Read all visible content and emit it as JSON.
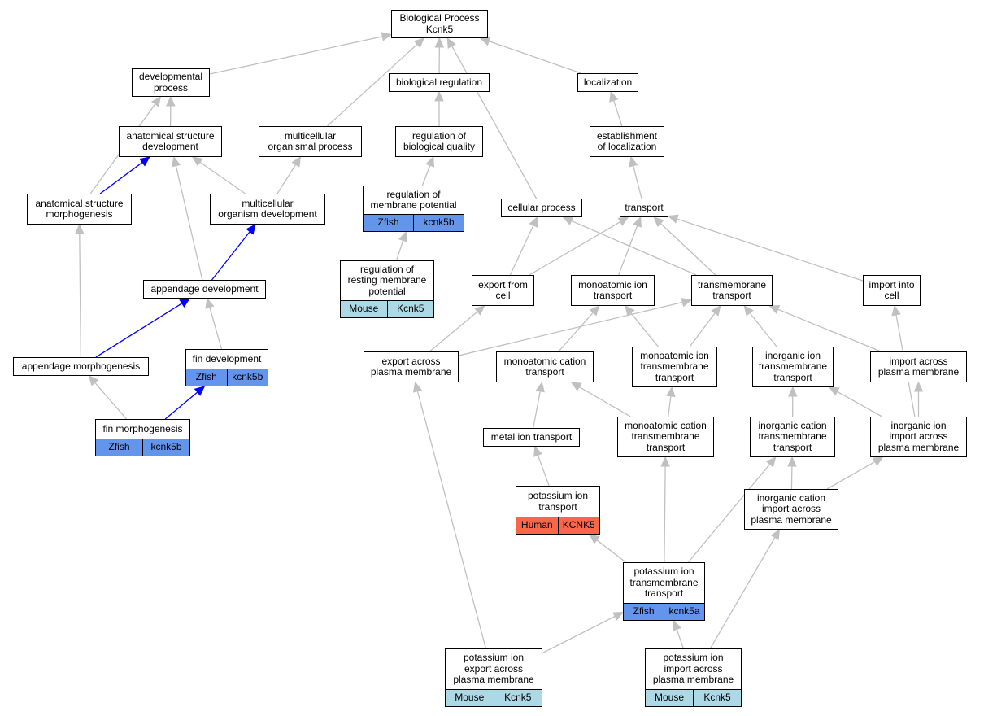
{
  "colors": {
    "edge_gray": "#c0c0c0",
    "edge_blue": "#0000ff",
    "zfish": "#6495ed",
    "mouse": "#add8e6",
    "human": "#fa6649"
  },
  "nodes": {
    "root": {
      "label": "Biological Process\nKcnk5"
    },
    "devproc": {
      "label": "developmental\nprocess"
    },
    "bioreg": {
      "label": "biological regulation"
    },
    "local": {
      "label": "localization"
    },
    "anatdev": {
      "label": "anatomical structure\ndevelopment"
    },
    "multiproc": {
      "label": "multicellular\norganismal process"
    },
    "regbio": {
      "label": "regulation of\nbiological quality"
    },
    "estab": {
      "label": "establishment\nof localization"
    },
    "anatmorph": {
      "label": "anatomical structure\nmorphogenesis"
    },
    "multidev": {
      "label": "multicellular\norganism development"
    },
    "regmem": {
      "label": "regulation of\nmembrane potential",
      "tags": [
        {
          "text": "Zfish",
          "species": "zfish"
        },
        {
          "text": "kcnk5b",
          "species": "zfish"
        }
      ]
    },
    "cellproc": {
      "label": "cellular process"
    },
    "transport": {
      "label": "transport"
    },
    "appdev": {
      "label": "appendage development"
    },
    "regrest": {
      "label": "regulation of\nresting membrane\npotential",
      "tags": [
        {
          "text": "Mouse",
          "species": "mouse"
        },
        {
          "text": "Kcnk5",
          "species": "mouse"
        }
      ]
    },
    "exportcell": {
      "label": "export from\ncell"
    },
    "monoion": {
      "label": "monoatomic ion\ntransport"
    },
    "tmtrans": {
      "label": "transmembrane\ntransport"
    },
    "importcell": {
      "label": "import into\ncell"
    },
    "finDev": {
      "label": "fin development",
      "tags": [
        {
          "text": "Zfish",
          "species": "zfish"
        },
        {
          "text": "kcnk5b",
          "species": "zfish"
        }
      ]
    },
    "appmorph": {
      "label": "appendage morphogenesis"
    },
    "exportpm": {
      "label": "export across\nplasma membrane"
    },
    "monocat": {
      "label": "monoatomic cation\ntransport"
    },
    "monoiontm": {
      "label": "monoatomic ion\ntransmembrane\ntransport"
    },
    "inorgion": {
      "label": "inorganic ion\ntransmembrane\ntransport"
    },
    "importpm": {
      "label": "import across\nplasma membrane"
    },
    "finmorph": {
      "label": "fin morphogenesis",
      "tags": [
        {
          "text": "Zfish",
          "species": "zfish"
        },
        {
          "text": "kcnk5b",
          "species": "zfish"
        }
      ]
    },
    "metalion": {
      "label": "metal ion transport"
    },
    "monocattm": {
      "label": "monoatomic cation\ntransmembrane\ntransport"
    },
    "inorgcat": {
      "label": "inorganic cation\ntransmembrane\ntransport"
    },
    "inorgimp": {
      "label": "inorganic ion\nimport across\nplasma membrane"
    },
    "potion": {
      "label": "potassium ion\ntransport",
      "tags": [
        {
          "text": "Human",
          "species": "human"
        },
        {
          "text": "KCNK5",
          "species": "human"
        }
      ]
    },
    "inorgcatimp": {
      "label": "inorganic cation\nimport across\nplasma membrane"
    },
    "pottm": {
      "label": "potassium ion\ntransmembrane\ntransport",
      "tags": [
        {
          "text": "Zfish",
          "species": "zfish"
        },
        {
          "text": "kcnk5a",
          "species": "zfish"
        }
      ]
    },
    "potexp": {
      "label": "potassium ion\nexport across\nplasma membrane",
      "tags": [
        {
          "text": "Mouse",
          "species": "mouse"
        },
        {
          "text": "Kcnk5",
          "species": "mouse"
        }
      ]
    },
    "potimp": {
      "label": "potassium ion\nimport across\nplasma membrane",
      "tags": [
        {
          "text": "Mouse",
          "species": "mouse"
        },
        {
          "text": "Kcnk5",
          "species": "mouse"
        }
      ]
    }
  },
  "edges": [
    {
      "from": "devproc",
      "to": "root"
    },
    {
      "from": "bioreg",
      "to": "root"
    },
    {
      "from": "local",
      "to": "root"
    },
    {
      "from": "multiproc",
      "to": "root"
    },
    {
      "from": "cellproc",
      "to": "root"
    },
    {
      "from": "anatdev",
      "to": "devproc"
    },
    {
      "from": "anatmorph",
      "to": "devproc"
    },
    {
      "from": "regbio",
      "to": "bioreg"
    },
    {
      "from": "estab",
      "to": "local"
    },
    {
      "from": "anatmorph",
      "to": "anatdev",
      "color": "blue"
    },
    {
      "from": "multidev",
      "to": "anatdev"
    },
    {
      "from": "appdev",
      "to": "anatdev"
    },
    {
      "from": "multidev",
      "to": "multiproc"
    },
    {
      "from": "regmem",
      "to": "regbio"
    },
    {
      "from": "transport",
      "to": "estab"
    },
    {
      "from": "appdev",
      "to": "multidev",
      "color": "blue"
    },
    {
      "from": "regrest",
      "to": "regmem"
    },
    {
      "from": "appmorph",
      "to": "anatmorph"
    },
    {
      "from": "appmorph",
      "to": "appdev",
      "color": "blue"
    },
    {
      "from": "finDev",
      "to": "appdev"
    },
    {
      "from": "finmorph",
      "to": "finDev",
      "color": "blue"
    },
    {
      "from": "finmorph",
      "to": "appmorph"
    },
    {
      "from": "exportcell",
      "to": "cellproc"
    },
    {
      "from": "exportcell",
      "to": "transport"
    },
    {
      "from": "monoion",
      "to": "transport"
    },
    {
      "from": "tmtrans",
      "to": "transport"
    },
    {
      "from": "tmtrans",
      "to": "cellproc"
    },
    {
      "from": "importcell",
      "to": "transport"
    },
    {
      "from": "exportpm",
      "to": "exportcell"
    },
    {
      "from": "exportpm",
      "to": "tmtrans"
    },
    {
      "from": "monocat",
      "to": "monoion"
    },
    {
      "from": "monoiontm",
      "to": "monoion"
    },
    {
      "from": "monoiontm",
      "to": "tmtrans"
    },
    {
      "from": "inorgion",
      "to": "tmtrans"
    },
    {
      "from": "importpm",
      "to": "tmtrans"
    },
    {
      "from": "metalion",
      "to": "monocat"
    },
    {
      "from": "monocattm",
      "to": "monocat"
    },
    {
      "from": "monocattm",
      "to": "monoiontm"
    },
    {
      "from": "inorgcat",
      "to": "inorgion"
    },
    {
      "from": "inorgimp",
      "to": "inorgion"
    },
    {
      "from": "inorgimp",
      "to": "importpm"
    },
    {
      "from": "inorgimp",
      "to": "importcell"
    },
    {
      "from": "potion",
      "to": "metalion"
    },
    {
      "from": "inorgcatimp",
      "to": "inorgcat"
    },
    {
      "from": "inorgcatimp",
      "to": "inorgimp"
    },
    {
      "from": "pottm",
      "to": "potion"
    },
    {
      "from": "pottm",
      "to": "monocattm"
    },
    {
      "from": "pottm",
      "to": "inorgcat"
    },
    {
      "from": "potexp",
      "to": "exportpm"
    },
    {
      "from": "potexp",
      "to": "pottm"
    },
    {
      "from": "potimp",
      "to": "pottm"
    },
    {
      "from": "potimp",
      "to": "inorgcatimp"
    }
  ]
}
